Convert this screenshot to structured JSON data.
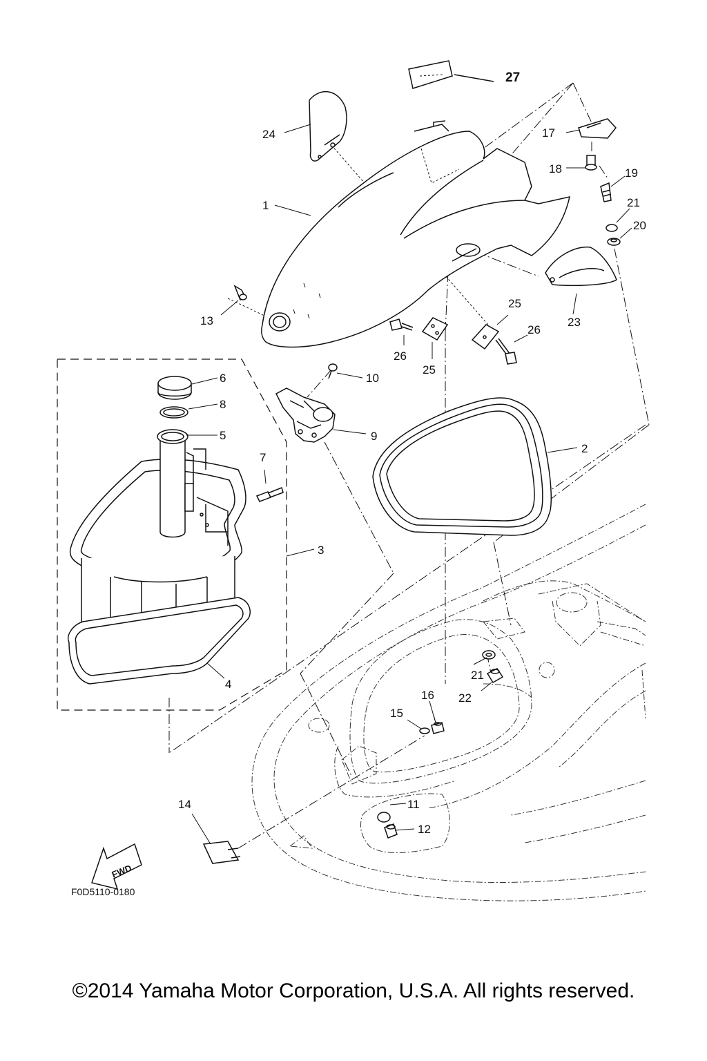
{
  "diagram": {
    "callouts": {
      "p1": "1",
      "p2": "2",
      "p3": "3",
      "p4": "4",
      "p5": "5",
      "p6": "6",
      "p7": "7",
      "p8": "8",
      "p9": "9",
      "p10": "10",
      "p11": "11",
      "p12": "12",
      "p13": "13",
      "p14": "14",
      "p15": "15",
      "p16": "16",
      "p17": "17",
      "p18": "18",
      "p19": "19",
      "p20": "20",
      "p21a": "21",
      "p21b": "21",
      "p22": "22",
      "p23": "23",
      "p24": "24",
      "p25a": "25",
      "p25b": "25",
      "p26a": "26",
      "p26b": "26",
      "p27": "27"
    },
    "fwd_label": "FWD",
    "figure_code": "F0D5110-0180"
  },
  "footer": {
    "copyright": "©2014 Yamaha Motor Corporation, U.S.A. All rights reserved."
  }
}
